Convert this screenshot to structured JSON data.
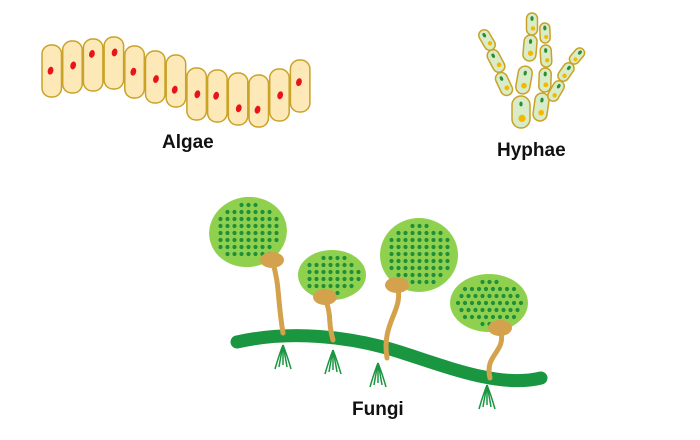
{
  "labels": {
    "algae": "Algae",
    "hyphae": "Hyphae",
    "fungi": "Fungi"
  },
  "colors": {
    "algae_cell_fill": "#fde8b8",
    "algae_cell_stroke": "#c9a227",
    "algae_nucleus": "#e8141a",
    "hyphae_cell_fill": "#d8ecc8",
    "hyphae_cell_stroke": "#c9a227",
    "hyphae_dot_green": "#2e8b3a",
    "hyphae_dot_yellow": "#f5b800",
    "sporangium_fill": "#8fd14f",
    "spore": "#1f8f3a",
    "stalk": "#d4a24c",
    "stolon": "#1a9641"
  }
}
